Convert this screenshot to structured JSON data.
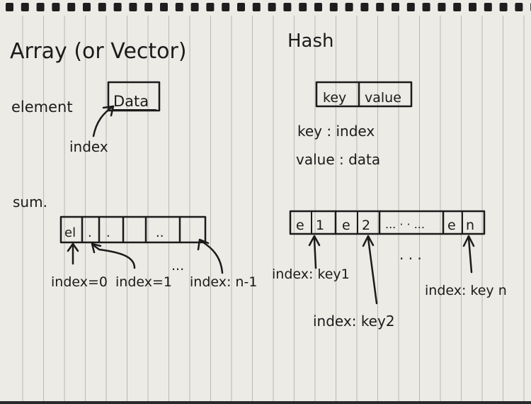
{
  "array_section": {
    "title": "Array (or Vector)",
    "element_label": "element",
    "element_box_text": "Data",
    "element_pointer_label": "index",
    "sum_label": "sum.",
    "cells": [
      "el",
      ".",
      ".",
      "",
      "",
      "..",
      ""
    ],
    "index_labels": [
      "index=0",
      "index=1",
      "index: n-1"
    ],
    "ellipsis": "..."
  },
  "hash_section": {
    "title": "Hash",
    "pair_key": "key",
    "pair_value": "value",
    "def_key": "key : index",
    "def_value": "value : data",
    "cells": [
      "e",
      "1",
      "e",
      "2",
      "... · · ...",
      "e",
      "n"
    ],
    "index_labels": [
      "index: key1",
      "index: key2",
      "index: key n"
    ],
    "ellipsis": "· · ·"
  }
}
